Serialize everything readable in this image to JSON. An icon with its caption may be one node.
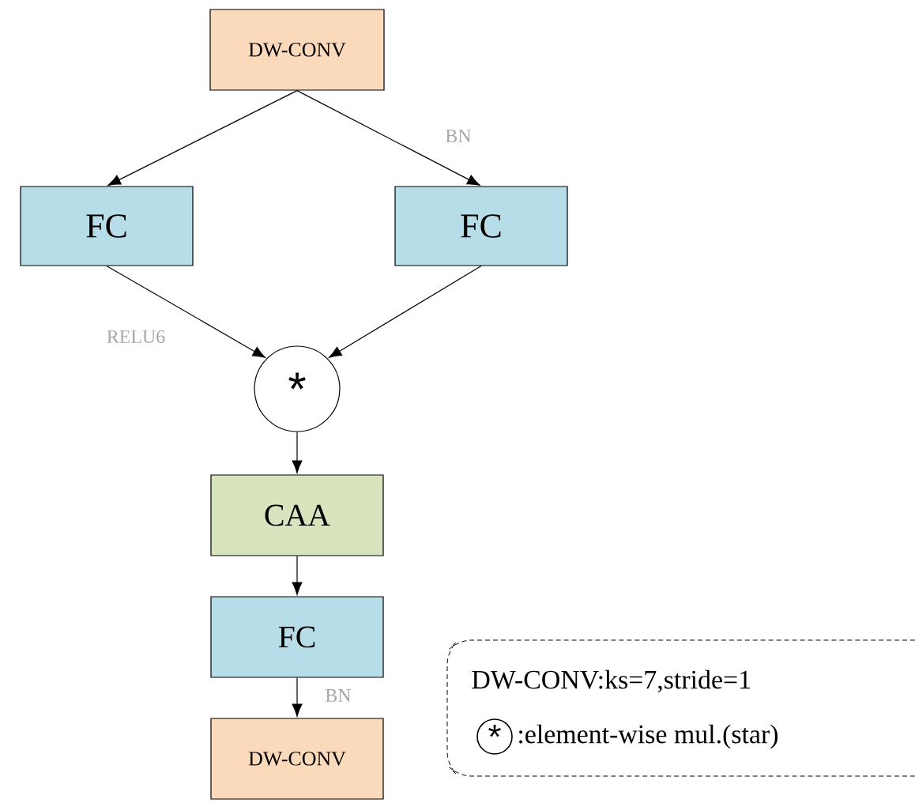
{
  "diagram": {
    "nodes": [
      {
        "text": [
          "DW-CONV"
        ]
      },
      {
        "text": [
          "FC"
        ]
      },
      {
        "text": [
          "FC"
        ]
      },
      {
        "text": [
          "*"
        ]
      },
      {
        "text": [
          "CAA"
        ]
      },
      {
        "text": [
          "FC"
        ]
      },
      {
        "text": [
          "DW-CONV"
        ]
      }
    ],
    "edges": [
      {
        "from": 0,
        "to": 1,
        "arrow": "to"
      },
      {
        "from": 0,
        "to": 2,
        "arrow": "to",
        "label": "BN"
      },
      {
        "from": 1,
        "to": 3,
        "arrow": "to",
        "label": "RELU6"
      },
      {
        "from": 2,
        "to": 3,
        "arrow": "to"
      },
      {
        "from": 3,
        "to": 4,
        "arrow": "to"
      },
      {
        "from": 4,
        "to": 5,
        "arrow": "to"
      },
      {
        "from": 5,
        "to": 6,
        "arrow": "to",
        "label": "BN"
      }
    ],
    "labels": [
      "DW-CONV:ks=7,stride=1",
      "*",
      ":element-wise mul.(star)"
    ]
  }
}
